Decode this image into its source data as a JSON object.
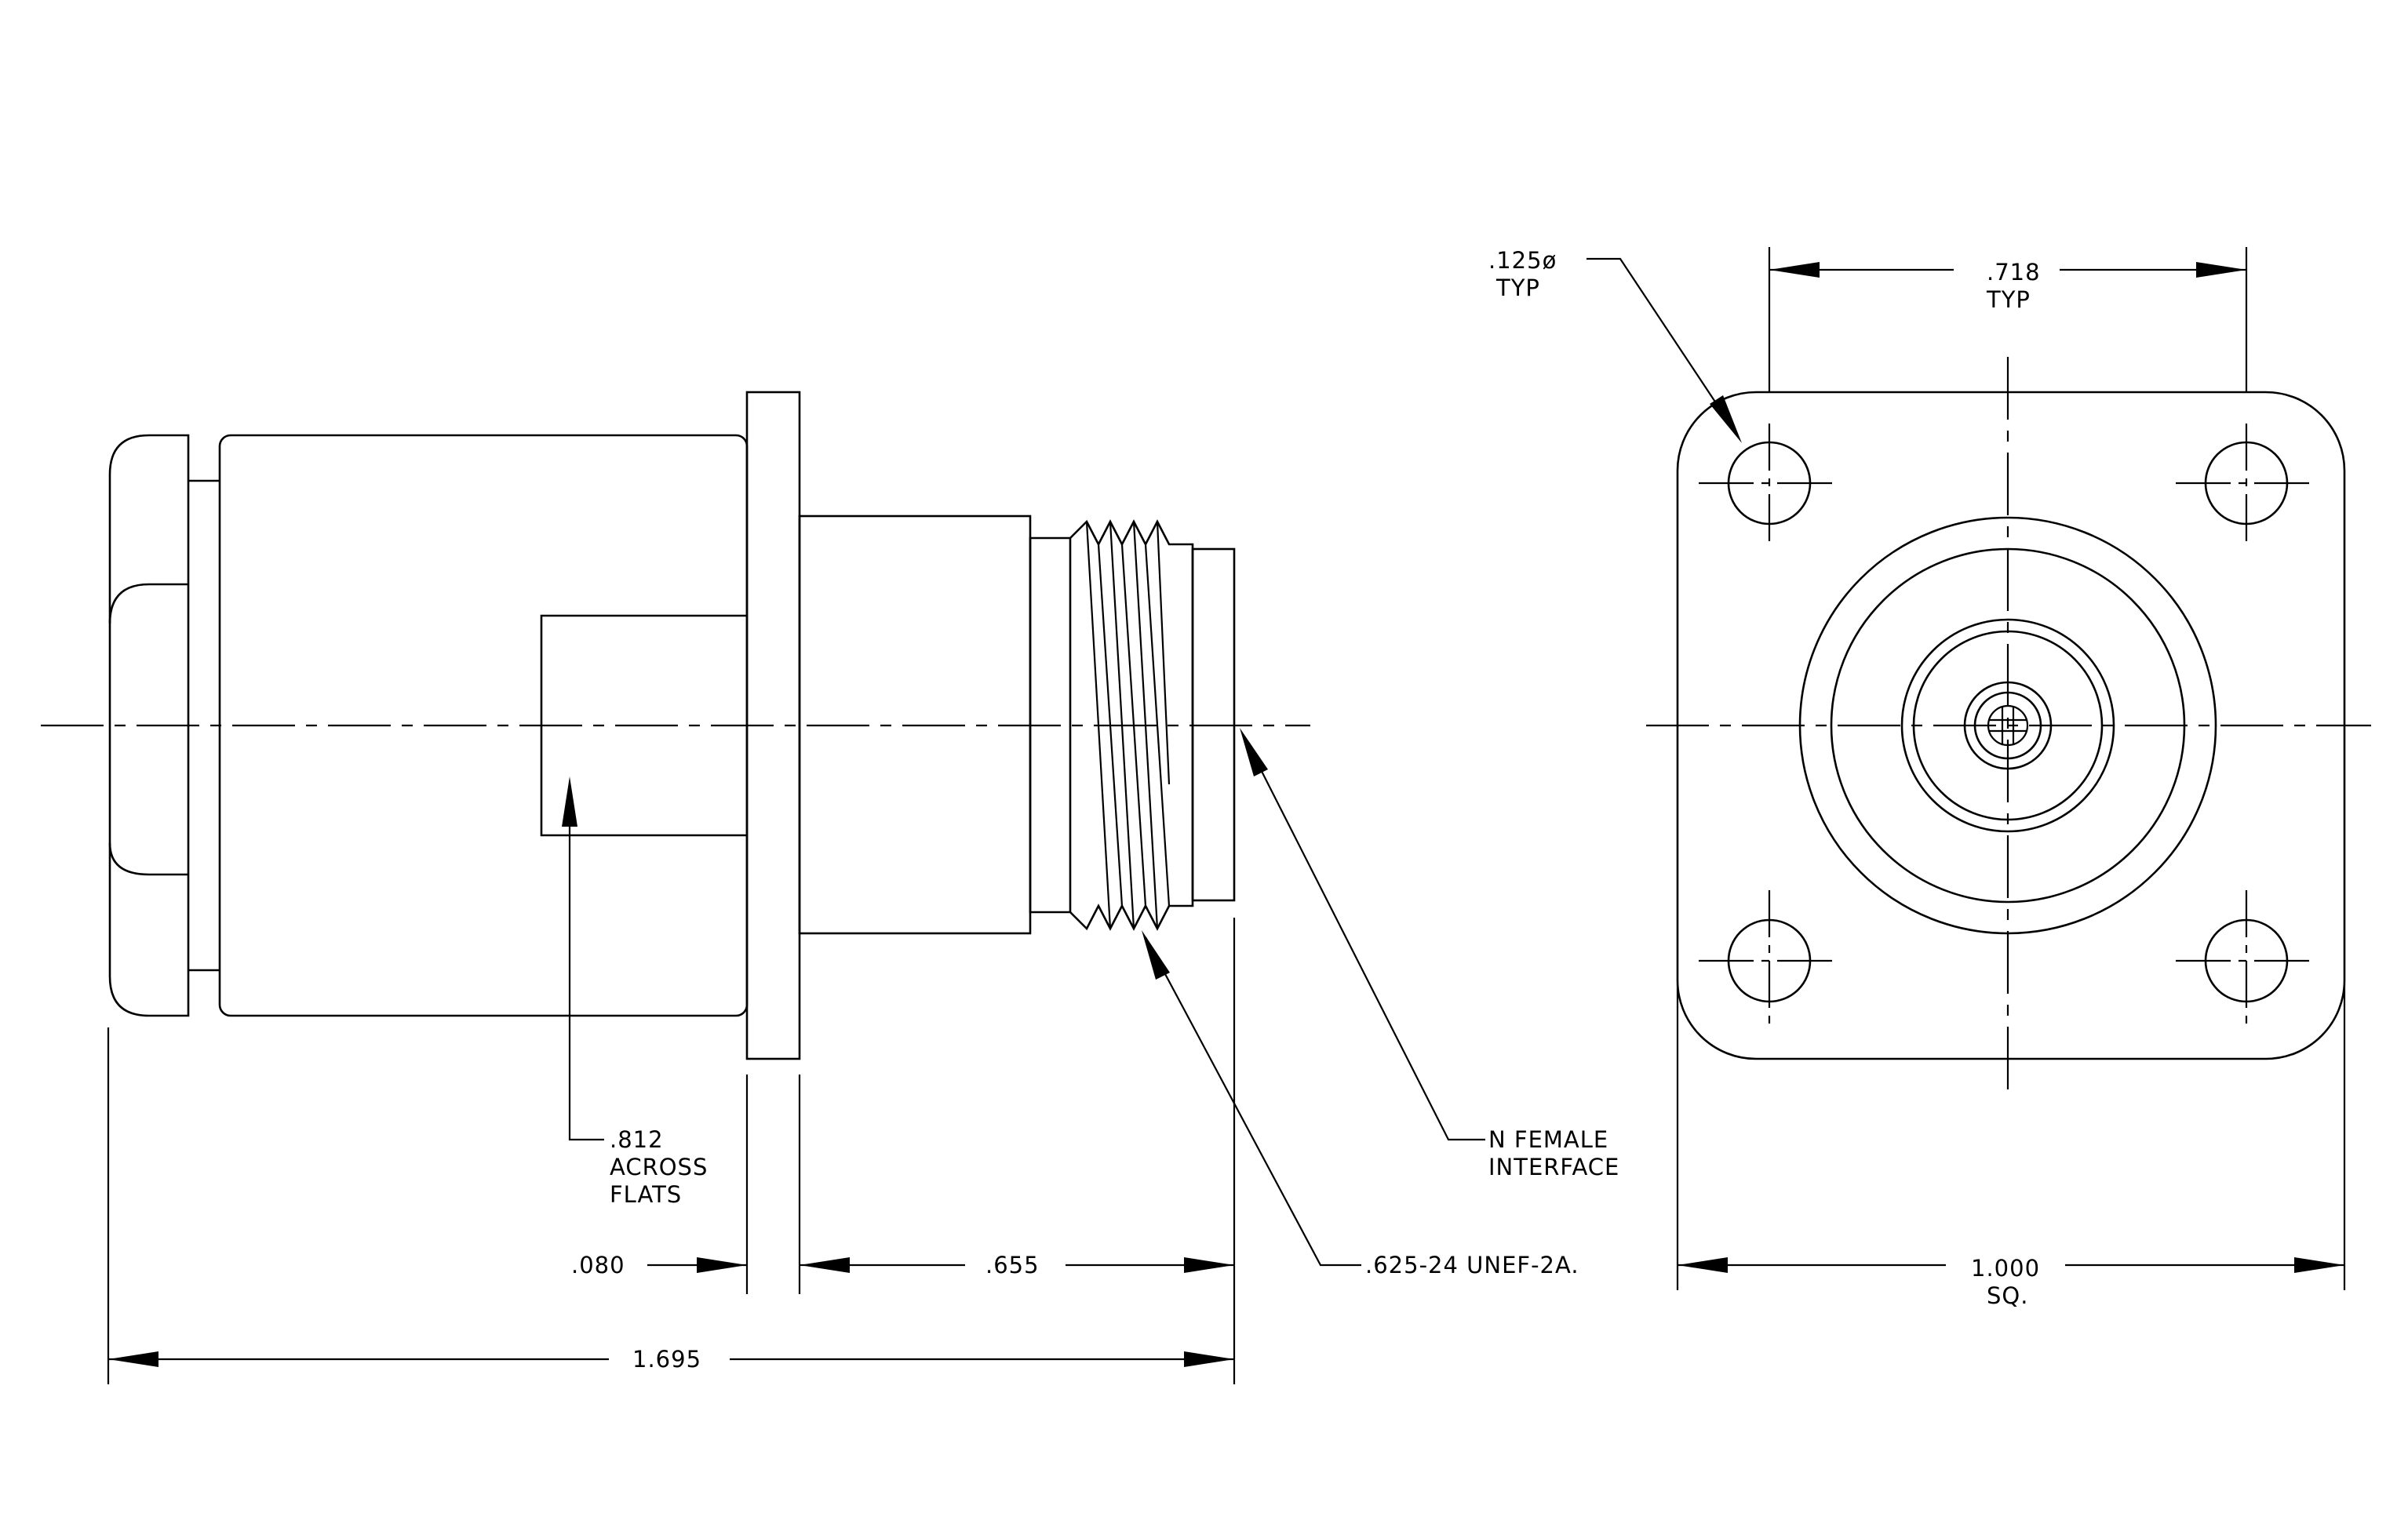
{
  "side_view": {
    "dims": {
      "across_flats": [
        ".812",
        "ACROSS",
        "FLATS"
      ],
      "flange_thickness": ".080",
      "front_length": ".655",
      "overall_length": "1.695"
    },
    "callouts": {
      "interface": [
        "N FEMALE",
        "INTERFACE"
      ],
      "thread": ".625-24 UNEF-2A."
    }
  },
  "front_view": {
    "dims": {
      "hole_dia": [
        ".125ø",
        "TYP"
      ],
      "hole_spacing": [
        ".718",
        "TYP"
      ],
      "flange_size": [
        "1.000",
        "SQ."
      ]
    }
  }
}
